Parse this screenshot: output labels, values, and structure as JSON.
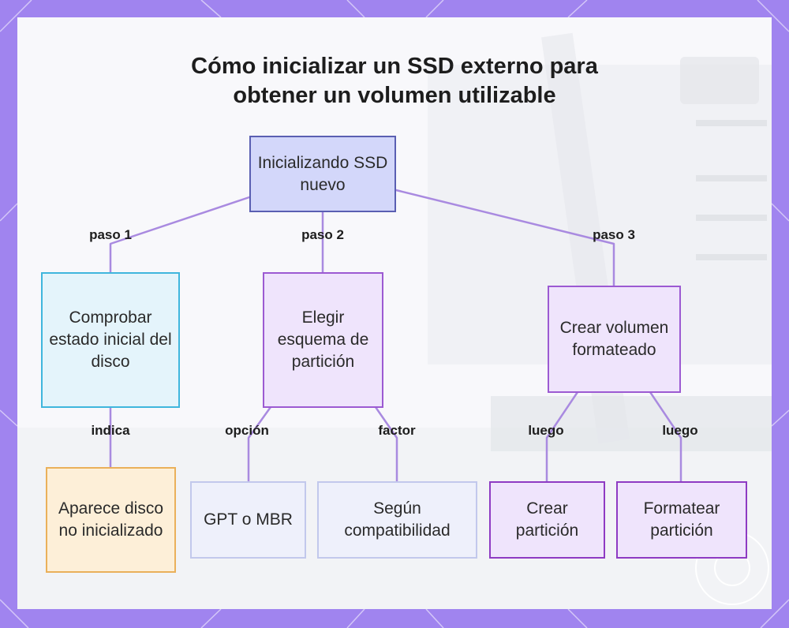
{
  "title": {
    "line1": "Cómo inicializar un SSD externo para",
    "line2": "obtener un volumen utilizable"
  },
  "nodes": {
    "root": "Inicializando SSD nuevo",
    "check": "Comprobar estado inicial del disco",
    "scheme": "Elegir esquema de partición",
    "volume": "Crear volumen formateado",
    "uninit": "Aparece disco no inicializado",
    "gpt": "GPT o MBR",
    "compat": "Según compatibilidad",
    "create": "Crear partición",
    "format": "Formatear partición"
  },
  "edges": {
    "step1": "paso 1",
    "step2": "paso 2",
    "step3": "paso 3",
    "indica": "indica",
    "opcion": "opción",
    "factor": "factor",
    "luego1": "luego",
    "luego2": "luego"
  },
  "colors": {
    "frame": "#a084ef",
    "edge": "#a98ae0"
  }
}
